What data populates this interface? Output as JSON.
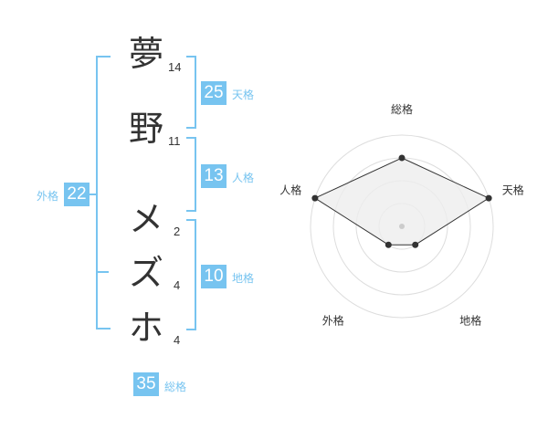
{
  "name": {
    "characters": [
      {
        "char": "夢",
        "strokes": "14"
      },
      {
        "char": "野",
        "strokes": "11"
      },
      {
        "char": "メ",
        "strokes": "2"
      },
      {
        "char": "ズ",
        "strokes": "4"
      },
      {
        "char": "ホ",
        "strokes": "4"
      }
    ]
  },
  "kakusu": {
    "tenkaku": {
      "value": "25",
      "label": "天格"
    },
    "jinkaku": {
      "value": "13",
      "label": "人格"
    },
    "chikaku": {
      "value": "10",
      "label": "地格"
    },
    "gaikaku": {
      "value": "22",
      "label": "外格"
    },
    "soukaku": {
      "value": "35",
      "label": "総格"
    }
  },
  "chart_data": {
    "type": "radar",
    "axes": [
      "総格",
      "天格",
      "地格",
      "外格",
      "人格"
    ],
    "values": [
      3,
      4,
      1,
      1,
      4
    ],
    "max": 4,
    "rings": 4,
    "colors": {
      "line": "#333333",
      "fill": "#eeeeee",
      "ring": "#dddddd",
      "center": "#cccccc"
    }
  },
  "colors": {
    "accent": "#77c4f0",
    "text": "#333333"
  }
}
